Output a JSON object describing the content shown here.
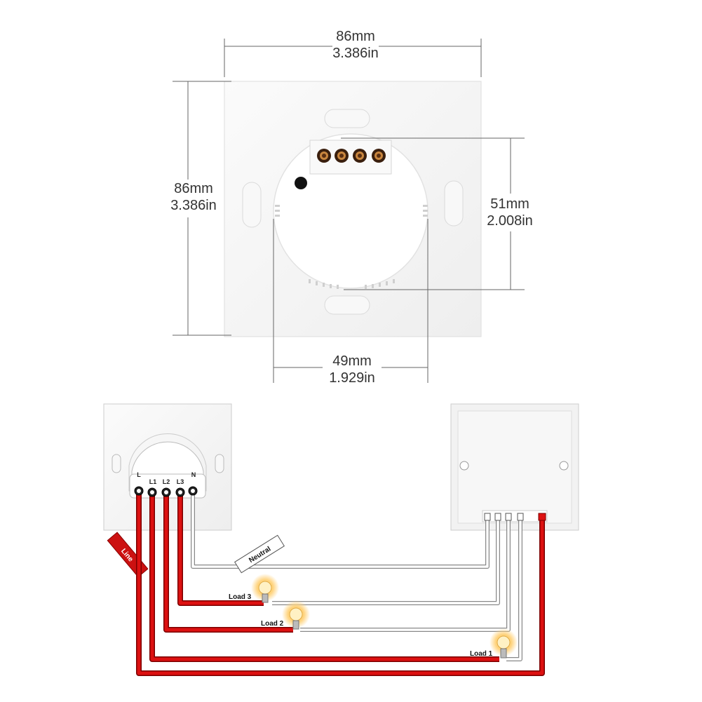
{
  "dimensions": {
    "width": {
      "mm": "86mm",
      "in": "3.386in"
    },
    "height": {
      "mm": "86mm",
      "in": "3.386in"
    },
    "module_height": {
      "mm": "51mm",
      "in": "2.008in"
    },
    "module_width": {
      "mm": "49mm",
      "in": "1.929in"
    }
  },
  "terminals": [
    "L",
    "L1",
    "L2",
    "L3",
    "N"
  ],
  "tags": {
    "line": "Line",
    "neutral": "Neutral"
  },
  "loads": [
    "Load 3",
    "Load 2",
    "Load 1"
  ],
  "colors": {
    "line_wire": "#cc1111",
    "neutral_wire": "#ffffff",
    "wire_outline": "#888888",
    "plate": "#f4f4f4",
    "bulb_glow": "#ffd27a"
  }
}
